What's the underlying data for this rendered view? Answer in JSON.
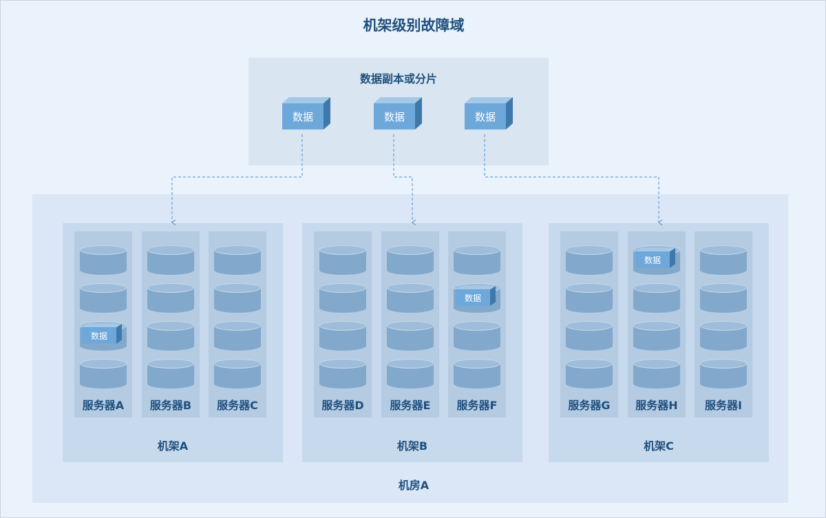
{
  "title": "机架级别故障域",
  "data_panel": {
    "title": "数据副本或分片",
    "blocks": [
      "数据",
      "数据",
      "数据"
    ]
  },
  "room": {
    "label": "机房A",
    "racks": [
      {
        "label": "机架A",
        "servers": [
          {
            "label": "服务器A",
            "data_disk": 3,
            "data_label": "数据"
          },
          {
            "label": "服务器B"
          },
          {
            "label": "服务器C"
          }
        ]
      },
      {
        "label": "机架B",
        "servers": [
          {
            "label": "服务器D"
          },
          {
            "label": "服务器E"
          },
          {
            "label": "服务器F",
            "data_disk": 2,
            "data_label": "数据"
          }
        ]
      },
      {
        "label": "机架C",
        "servers": [
          {
            "label": "服务器G"
          },
          {
            "label": "服务器H",
            "data_disk": 1,
            "data_label": "数据"
          },
          {
            "label": "服务器I"
          }
        ]
      }
    ]
  },
  "colors": {
    "background": "#eaf2fb",
    "room": "#dbe7f7",
    "rack": "#c7d9ec",
    "server": "#b4cbe2",
    "disk": "#82a9cc",
    "cube": "#6ea7da",
    "title_text": "#1f4f7d",
    "link_line": "#4a8fd1"
  }
}
